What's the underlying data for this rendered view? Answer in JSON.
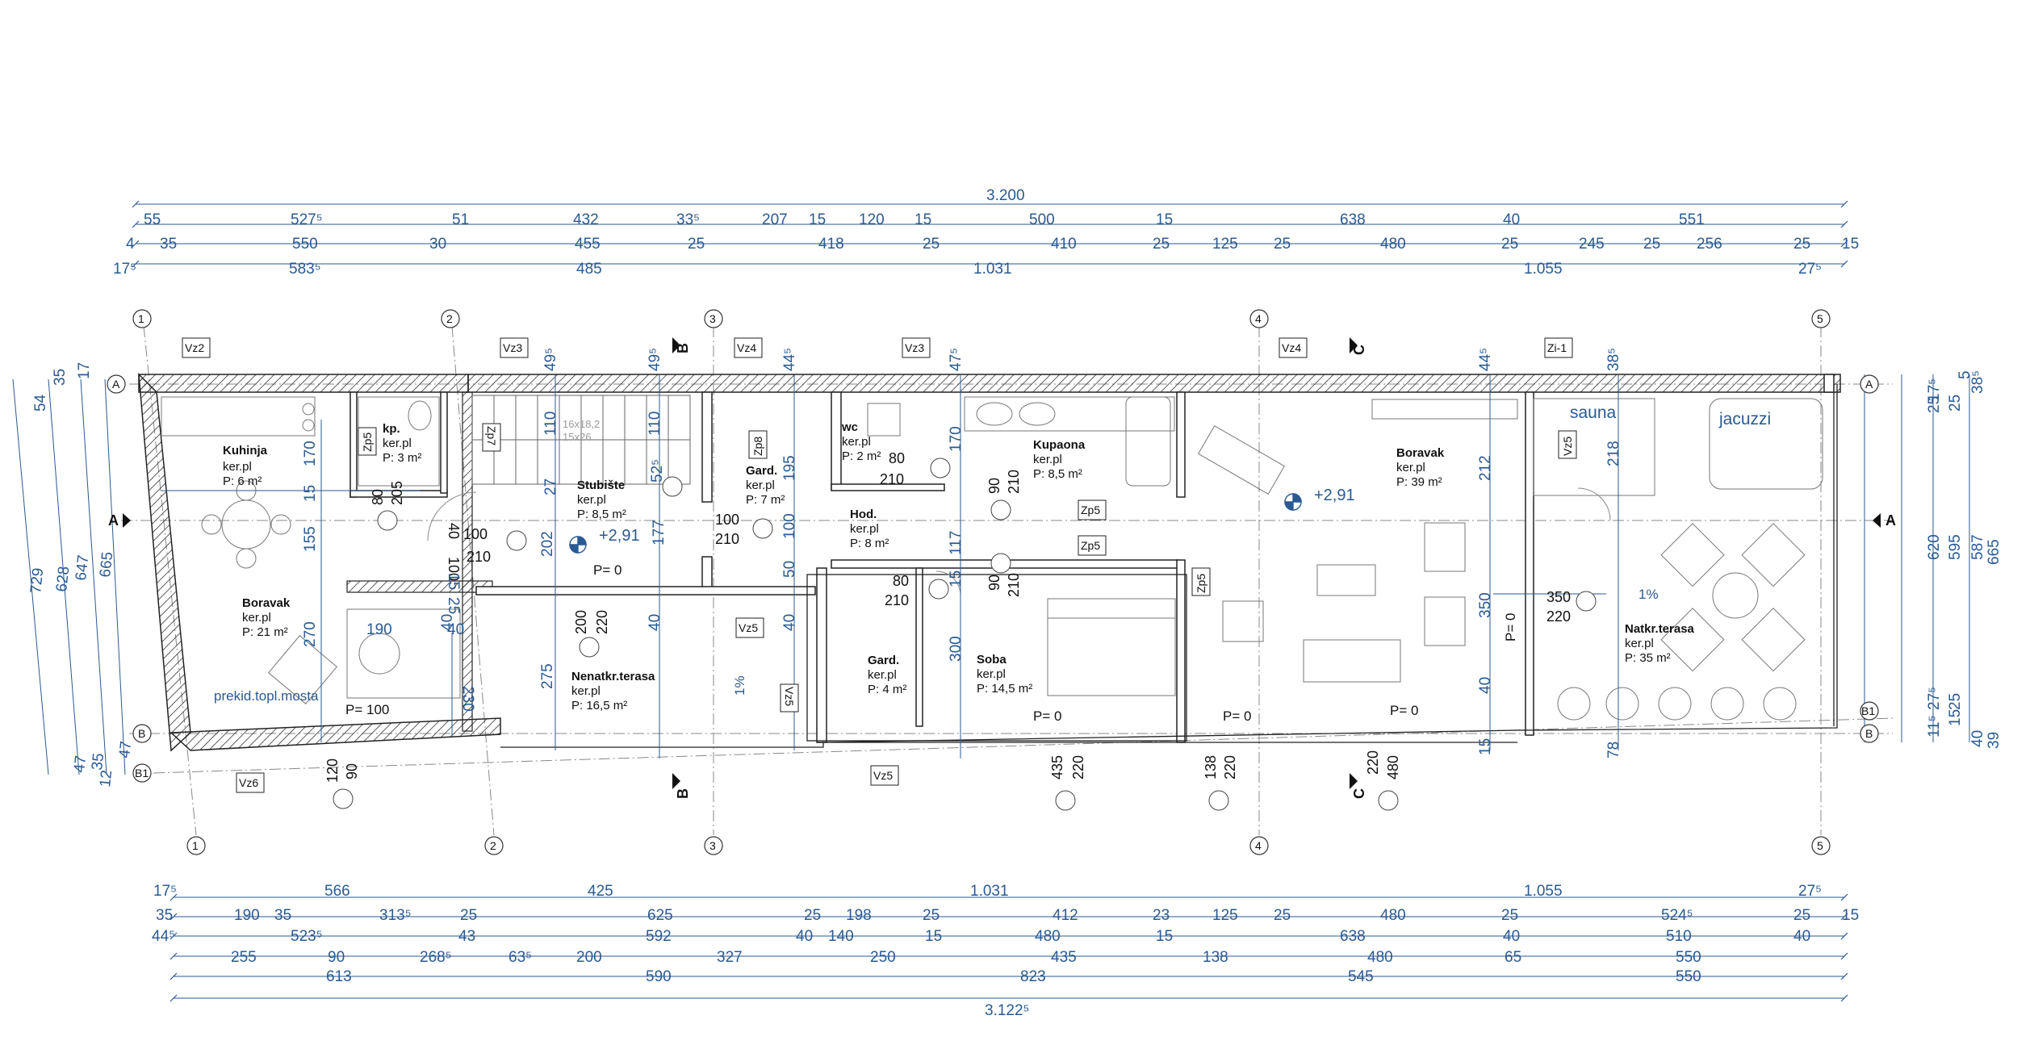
{
  "dims_top": [
    [
      "3.200"
    ],
    [
      "55",
      "527⁵",
      "51",
      "432",
      "33⁵",
      "207",
      "15",
      "120",
      "15",
      "500",
      "15",
      "638",
      "40",
      "551"
    ],
    [
      "4",
      "35",
      "550",
      "30",
      "455",
      "25",
      "418",
      "25",
      "410",
      "25",
      "125",
      "25",
      "480",
      "25",
      "245",
      "25",
      "256",
      "25",
      "15"
    ],
    [
      "17⁵",
      "583⁵",
      "485",
      "1.031",
      "1.055",
      "27⁵"
    ]
  ],
  "dims_bottom": [
    [
      "17⁵",
      "566",
      "425",
      "1.031",
      "1.055",
      "27⁵"
    ],
    [
      "35",
      "190",
      "35",
      "313⁵",
      "25",
      "625",
      "25",
      "198",
      "25",
      "412",
      "23",
      "125",
      "25",
      "480",
      "25",
      "524⁵",
      "25",
      "15"
    ],
    [
      "44⁵",
      "523⁵",
      "43",
      "592",
      "40",
      "140",
      "15",
      "480",
      "15",
      "638",
      "40",
      "510",
      "40"
    ],
    [
      "255",
      "90",
      "268⁵",
      "63⁵",
      "200",
      "327",
      "250",
      "435",
      "138",
      "480",
      "65",
      "550"
    ],
    [
      "613",
      "590",
      "823",
      "545",
      "550"
    ],
    [
      "3.122⁵"
    ]
  ],
  "dims_right_a": [
    "17⁵",
    "25",
    "620",
    "27⁵",
    "11⁵"
  ],
  "dims_right_b": [
    "5",
    "25",
    "595",
    "25",
    "15"
  ],
  "dims_right_c": [
    "38⁵",
    "587",
    "40"
  ],
  "dims_right_d": [
    "665",
    "39"
  ],
  "dims_left": [
    "17",
    "35",
    "54",
    "665",
    "647",
    "628",
    "729",
    "47",
    "35",
    "47",
    "12"
  ],
  "axes_top": [
    "1",
    "2",
    "3",
    "4",
    "5"
  ],
  "axes_bottom": [
    "1",
    "2",
    "3",
    "4",
    "5"
  ],
  "axes_side": [
    "A",
    "B",
    "B1"
  ],
  "sections": [
    "A",
    "A",
    "B",
    "B",
    "C",
    "C"
  ],
  "rooms": [
    {
      "name": "Kuhinja",
      "floor": "ker.pl",
      "area": "P: 6 m²"
    },
    {
      "name": "kp.",
      "floor": "ker.pl",
      "area": "P: 3 m²"
    },
    {
      "name": "Stubište",
      "floor": "ker.pl",
      "area": "P: 8,5 m²"
    },
    {
      "name": "Gard.",
      "floor": "ker.pl",
      "area": "P: 7 m²"
    },
    {
      "name": "wc",
      "floor": "ker.pl",
      "area": "P: 2 m²"
    },
    {
      "name": "Kupaona",
      "floor": "ker.pl",
      "area": "P: 8,5 m²"
    },
    {
      "name": "Hod.",
      "floor": "ker.pl",
      "area": "P: 8 m²"
    },
    {
      "name": "Boravak",
      "floor": "ker.pl",
      "area": "P: 39 m²"
    },
    {
      "name": "Boravak",
      "floor": "ker.pl",
      "area": "P: 21 m²"
    },
    {
      "name": "Nenatkr.terasa",
      "floor": "ker.pl",
      "area": "P: 16,5 m²"
    },
    {
      "name": "Gard.",
      "floor": "ker.pl",
      "area": "P: 4 m²"
    },
    {
      "name": "Soba",
      "floor": "ker.pl",
      "area": "P: 14,5 m²"
    },
    {
      "name": "Natkr.terasa",
      "floor": "ker.pl",
      "area": "P: 35 m²"
    }
  ],
  "tags": [
    "Vz2",
    "Vz3",
    "Vz4",
    "Vz3",
    "Vz4",
    "Zi-1",
    "Zp5",
    "Zp7",
    "Zp8",
    "Vz5",
    "Zp5",
    "Zp5",
    "Zp5",
    "Vz5",
    "Vz5",
    "Vz5",
    "Vz6"
  ],
  "levels": [
    "+2,91",
    "+2,91"
  ],
  "p_marks": [
    "P= 0",
    "P= 100",
    "P= 0",
    "P= 0",
    "P= 0",
    "P= 0"
  ],
  "slopes": [
    "1%",
    "1%"
  ],
  "notes": [
    "prekid.topl.mosta",
    "sauna",
    "jacuzzi",
    "16x18,2",
    "15x26"
  ],
  "openings": [
    "100",
    "210",
    "100",
    "210",
    "80",
    "210",
    "80",
    "210",
    "90",
    "210",
    "90",
    "210",
    "350",
    "220",
    "190",
    "40",
    "230",
    "200",
    "220",
    "120",
    "90",
    "435",
    "220",
    "138",
    "220",
    "480",
    "220",
    "170",
    "15",
    "155",
    "270",
    "275",
    "202",
    "177",
    "195",
    "100",
    "50",
    "117",
    "15",
    "300",
    "170",
    "212",
    "350",
    "40",
    "218",
    "15",
    "78",
    "27",
    "110",
    "110",
    "40",
    "40",
    "40",
    "52⁵",
    "49⁵",
    "49⁵",
    "44⁵",
    "47⁵",
    "44⁵",
    "38⁵",
    "80",
    "205",
    "40",
    "100",
    "15",
    "25"
  ]
}
